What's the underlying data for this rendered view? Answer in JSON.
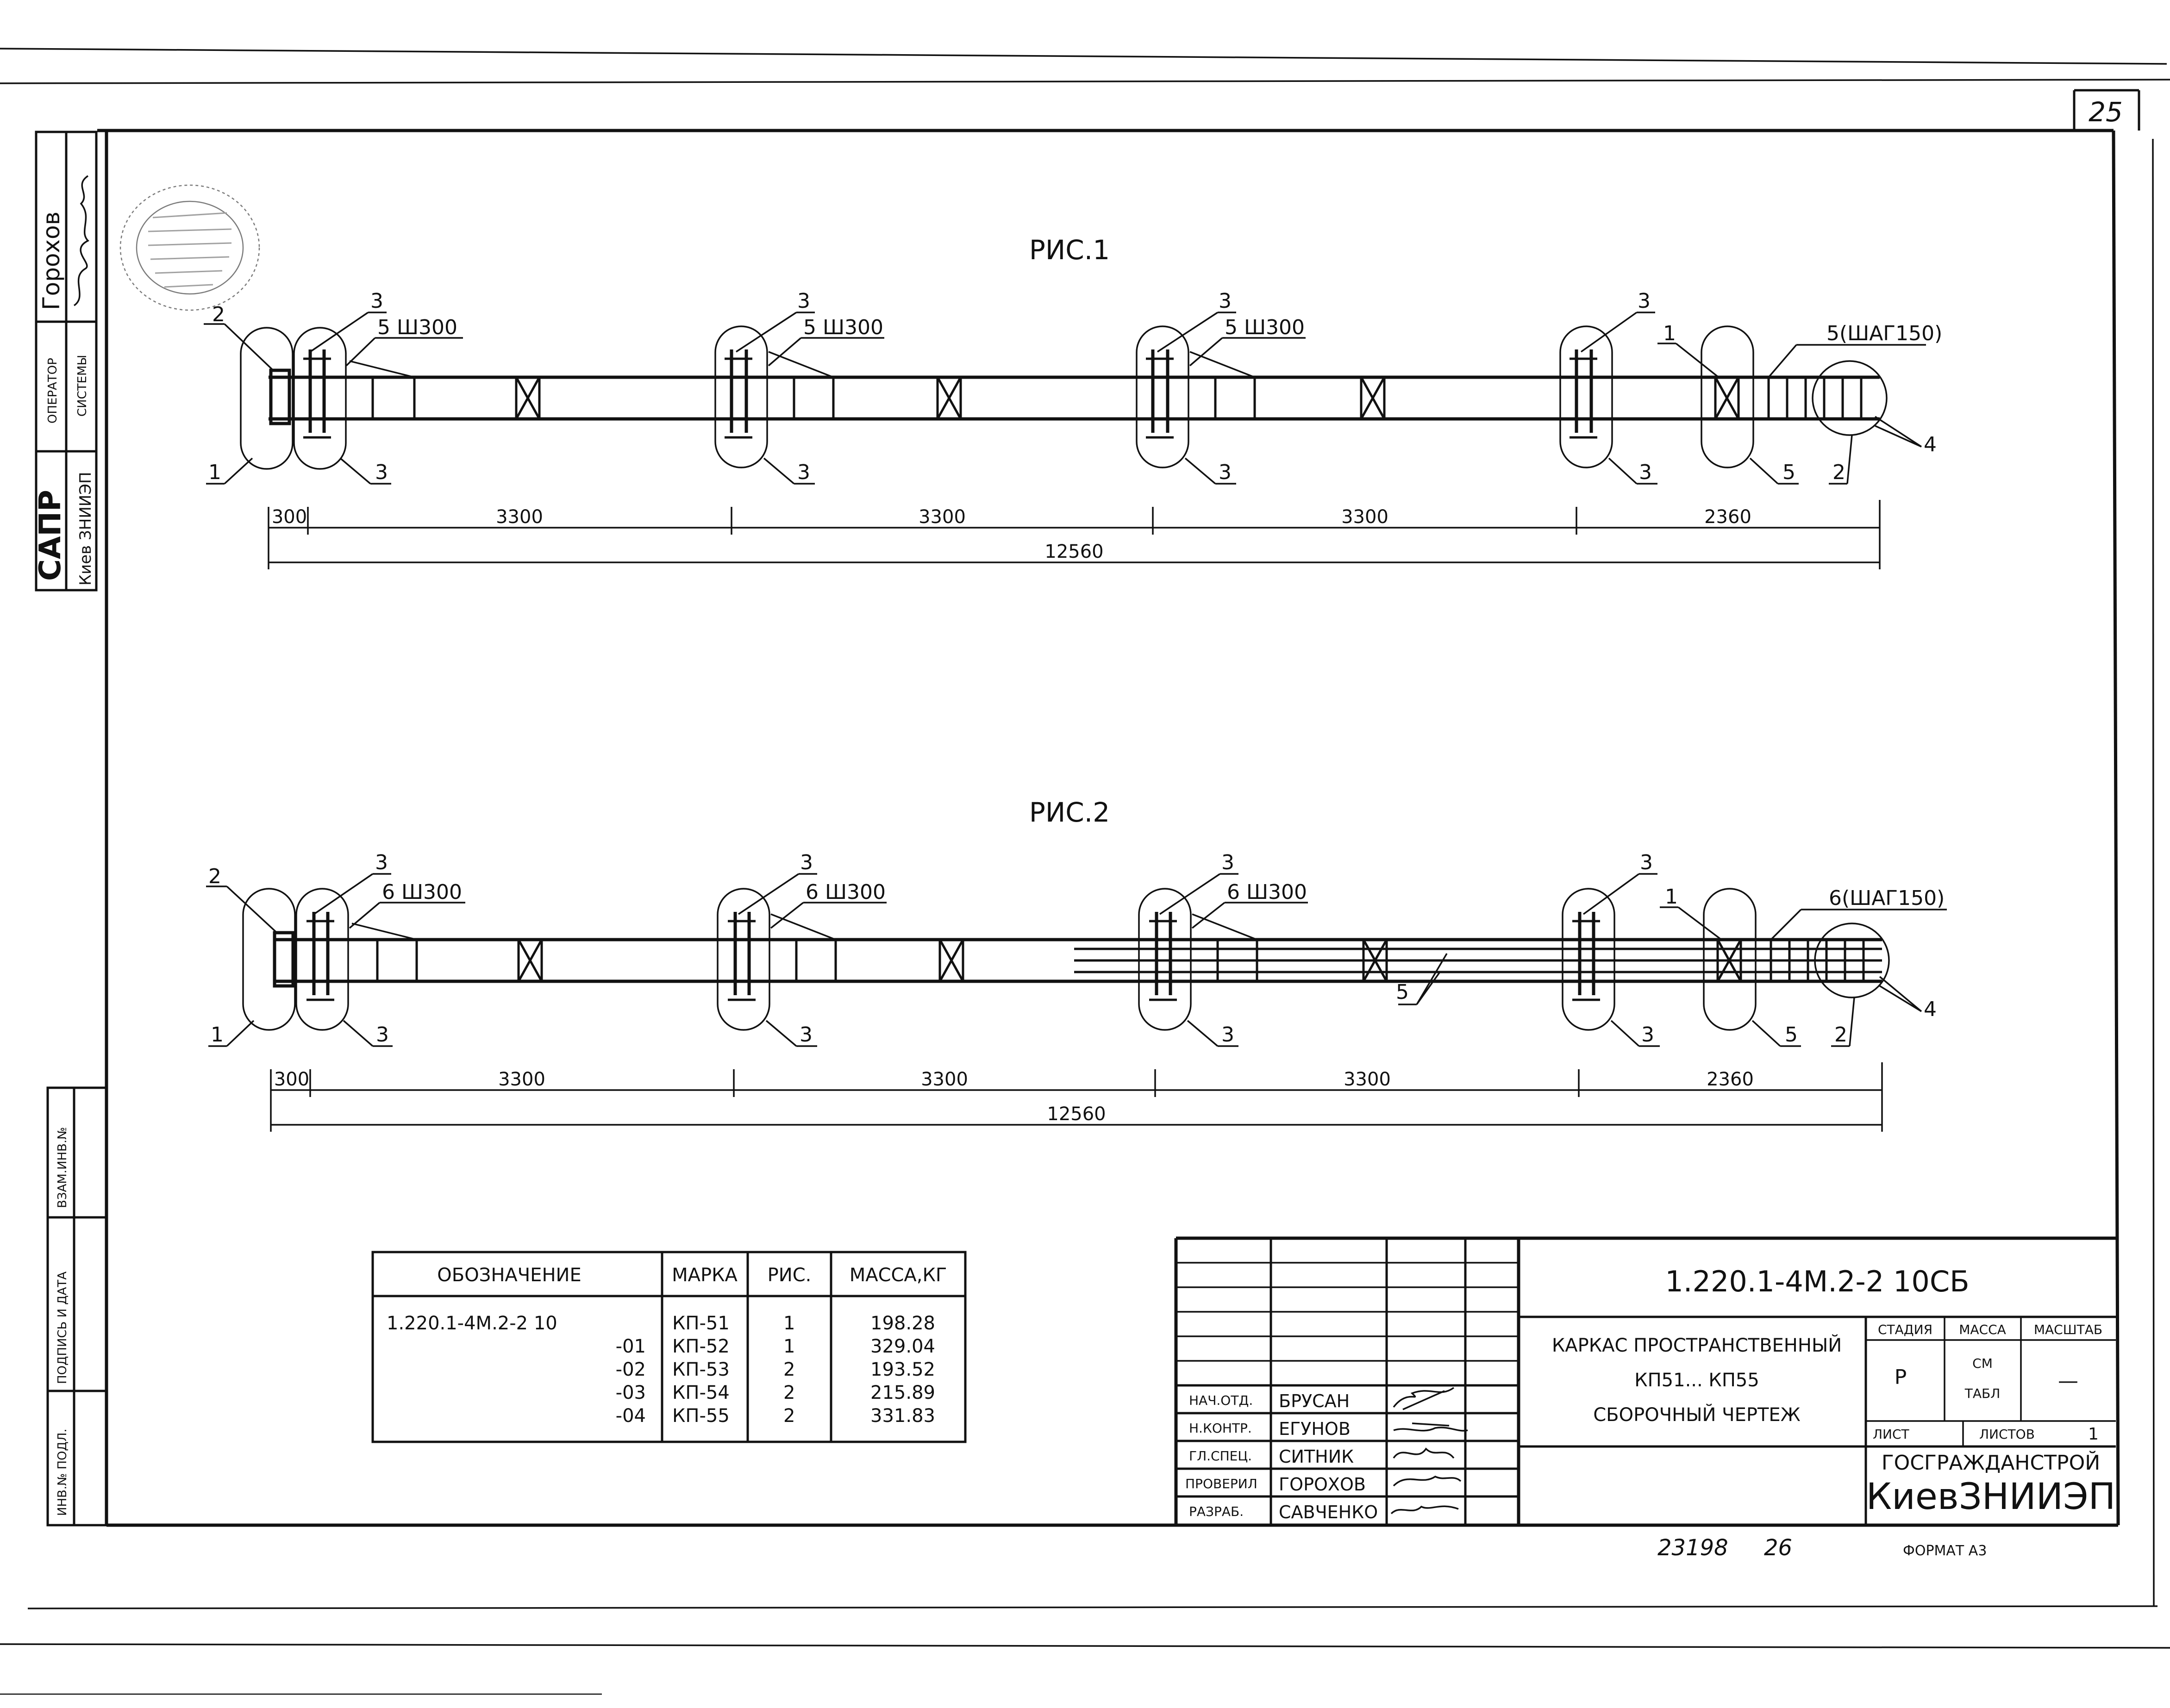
{
  "sheet_number": "25",
  "figures": [
    {
      "title": "РИС.1",
      "labels": {
        "l3": "3",
        "l2": "2",
        "l1": "1",
        "l4": "4",
        "l5": "5",
        "cross": "5 Ш300",
        "step": "5(ШАГ150)"
      },
      "dims": {
        "d300": "300",
        "d3300": "3300",
        "d2360": "2360",
        "total": "12560"
      }
    },
    {
      "title": "РИС.2",
      "labels": {
        "l3": "3",
        "l2": "2",
        "l1": "1",
        "l4": "4",
        "l5": "5",
        "cross": "6 Ш300",
        "step": "6(ШАГ150)"
      },
      "dims": {
        "d300": "300",
        "d3300": "3300",
        "d2360": "2360",
        "total": "12560"
      }
    }
  ],
  "spec_table": {
    "headers": [
      "ОБОЗНАЧЕНИЕ",
      "МАРКА",
      "РИС.",
      "МАССА,КГ"
    ],
    "rows": [
      [
        "1.220.1-4М.2-2 10",
        "КП-51",
        "1",
        "198.28"
      ],
      [
        "-01",
        "КП-52",
        "1",
        "329.04"
      ],
      [
        "-02",
        "КП-53",
        "2",
        "193.52"
      ],
      [
        "-03",
        "КП-54",
        "2",
        "215.89"
      ],
      [
        "-04",
        "КП-55",
        "2",
        "331.83"
      ]
    ]
  },
  "title_block": {
    "code": "1.220.1-4М.2-2 10СБ",
    "name_lines": [
      "КАРКАС ПРОСТРАНСТВЕННЫЙ",
      "КП51... КП55",
      "СБОРОЧНЫЙ ЧЕРТЕЖ"
    ],
    "stage_label": "СТАДИЯ",
    "mass_label": "МАССА",
    "scale_label": "МАСШТАБ",
    "stage_value": "Р",
    "mass_value_1": "СМ",
    "mass_value_2": "ТАБЛ",
    "scale_value": "—",
    "sheet_label": "ЛИСТ",
    "sheets_label": "ЛИСТОВ",
    "sheets_value": "1",
    "org_line1": "ГОСГРАЖДАНСТРОЙ",
    "org_line2": "КиевЗНИИЭП",
    "roles": [
      {
        "role": "НАЧ.ОТД.",
        "name": "БРУСАН"
      },
      {
        "role": "Н.КОНТР.",
        "name": "ЕГУНОВ"
      },
      {
        "role": "ГЛ.СПЕЦ.",
        "name": "СИТНИК"
      },
      {
        "role": "ПРОВЕРИЛ",
        "name": "ГОРОХОВ"
      },
      {
        "role": "РАЗРАБ.",
        "name": "САВЧЕНКО"
      }
    ]
  },
  "left_strip": {
    "sapr": "САПР",
    "org": "Киев ЗНИИЭП",
    "operator_1": "ОПЕРАТОР",
    "operator_2": "СИСТЕМЫ",
    "name": "Горохов",
    "inv_label": "ИНВ.№ ПОДЛ.",
    "sign_label": "ПОДПИСЬ И ДАТА",
    "vzam_label": "ВЗАМ.ИНВ.№"
  },
  "footer": {
    "archive": "23198",
    "page": "26",
    "format": "ФОРМАТ А3"
  }
}
